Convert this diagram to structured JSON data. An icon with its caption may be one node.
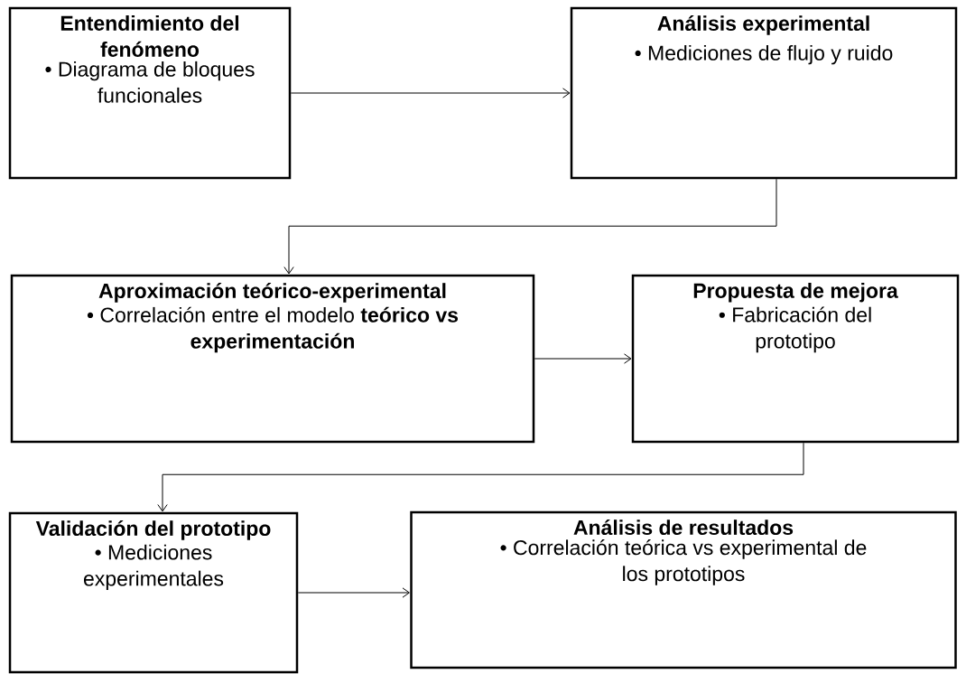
{
  "diagram": {
    "nodes": [
      {
        "text": [
          "Entendimiento del fenómeno",
          "• Diagrama de bloques funcionales"
        ]
      },
      {
        "text": [
          "Análisis experimental",
          "• Mediciones de flujo y ruido"
        ]
      },
      {
        "text": [
          "Aproximación teórico-experimental",
          "• Correlación entre el modelo **teórico vs experimentación**"
        ]
      },
      {
        "text": [
          "Propuesta de mejora",
          "• Fabricación del prototipo"
        ]
      },
      {
        "text": [
          "Validación del prototipo",
          "• Mediciones experimentales"
        ]
      },
      {
        "text": [
          "Análisis de resultados",
          "• Correlación teórica vs experimental de los prototipos"
        ]
      }
    ],
    "edges": [
      {
        "from": 0,
        "to": 1,
        "arrow": "to"
      },
      {
        "from": 1,
        "to": 2,
        "arrow": "to"
      },
      {
        "from": 2,
        "to": 3,
        "arrow": "to"
      },
      {
        "from": 3,
        "to": 4,
        "arrow": "to"
      },
      {
        "from": 4,
        "to": 5,
        "arrow": "to"
      }
    ]
  }
}
